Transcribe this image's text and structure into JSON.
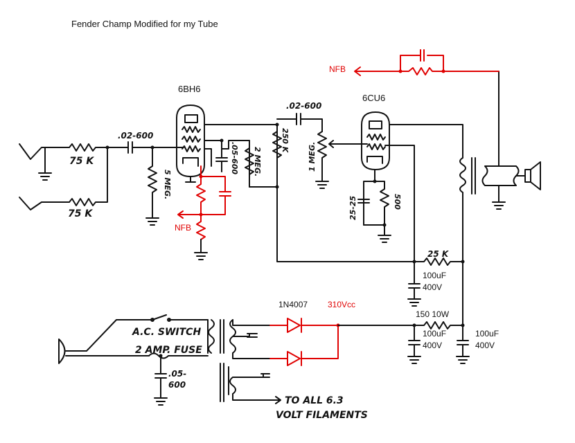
{
  "title": "Fender Champ  Modified for my Tube",
  "colors": {
    "ink": "#111111",
    "mod": "#e00000"
  },
  "tubes": {
    "preamp": "6BH6",
    "power": "6CU6"
  },
  "labels": {
    "nfb_top": "NFB",
    "nfb_left": "NFB",
    "r_in_1": "75 K",
    "r_in_2": "75 K",
    "c_coupling_1": ".02-600",
    "r_grid_1": "5 MEG.",
    "c_screen": ".05-600",
    "r_plate_1": "2 MEG.",
    "r_plate_load": "250 K",
    "c_coupling_2": ".02-600",
    "pot_volume": "1 MEG.",
    "c_cathode": "25-25",
    "r_cathode": "500",
    "r_filter_1": "25 K",
    "c_filter_1": "100uF\n400V",
    "rectifier": "1N4007",
    "b_plus": "310Vcc",
    "r_filter_2": "150 10W",
    "c_filter_2": "100uF\n400V",
    "c_filter_3": "100uF\n400V",
    "ac_switch": "A.C. SWITCH",
    "fuse": "2 AMP. FUSE",
    "c_line": ".05-\n600",
    "filaments_1": "TO ALL 6.3",
    "filaments_2": "VOLT FILAMENTS"
  }
}
